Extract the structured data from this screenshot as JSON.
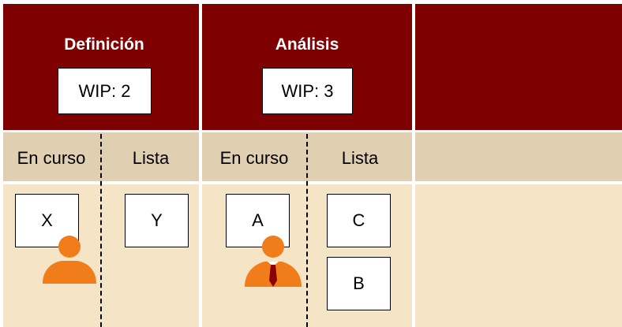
{
  "board": {
    "columns": [
      {
        "title": "Definición",
        "wip": "WIP: 2",
        "sub_columns": [
          "En curso",
          "Lista"
        ],
        "cards": {
          "in_progress": [
            "X"
          ],
          "done": [
            "Y"
          ]
        }
      },
      {
        "title": "Análisis",
        "wip": "WIP: 3",
        "sub_columns": [
          "En curso",
          "Lista"
        ],
        "cards": {
          "in_progress": [
            "A"
          ],
          "done": [
            "C",
            "B"
          ]
        }
      },
      {
        "title": "",
        "wip": "",
        "sub_columns": [],
        "cards": {}
      }
    ]
  },
  "icons": {
    "worker_plain": "person-icon",
    "worker_tie": "person-with-tie-icon"
  },
  "colors": {
    "header": "#7f0000",
    "subheader": "#e0cfb0",
    "body": "#f6e4c6",
    "person": "#f07d1a",
    "tie": "#8b0000"
  }
}
